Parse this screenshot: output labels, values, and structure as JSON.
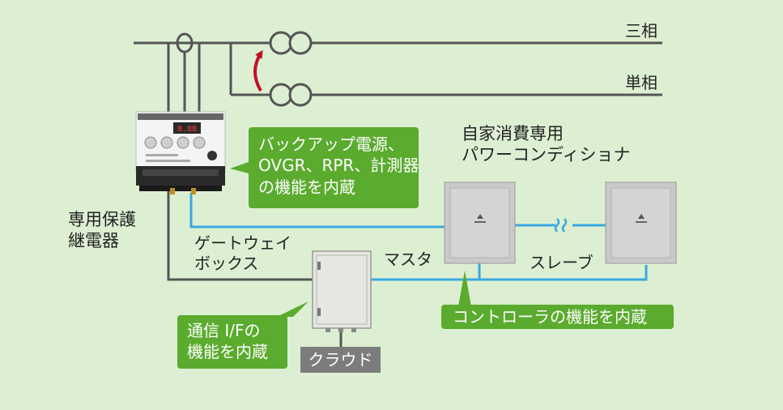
{
  "labels": {
    "three_phase": "三相",
    "single_phase": "単相",
    "relay": [
      "専用保護",
      "継電器"
    ],
    "pcs": [
      "自家消費専用",
      "パワーコンディショナ"
    ],
    "gateway": [
      "ゲートウェイ",
      "ボックス"
    ],
    "master": "マスタ",
    "slave": "スレーブ",
    "cloud": "クラウド"
  },
  "callouts": {
    "relay_functions": [
      "バックアップ電源、",
      "OVGR、RPR、計測器",
      "の機能を内蔵"
    ],
    "gateway_functions": [
      "通信 I/Fの",
      "機能を内蔵"
    ],
    "pcs_functions": "コントローラの機能を内蔵"
  },
  "relay_display": "8.88",
  "colors": {
    "background": "#dcefd2",
    "power_line": "#555555",
    "comm_line": "#3aa8e0",
    "callout": "#5aab2e",
    "arrow": "#c0102a",
    "cloud_box": "#7c7c7c"
  }
}
